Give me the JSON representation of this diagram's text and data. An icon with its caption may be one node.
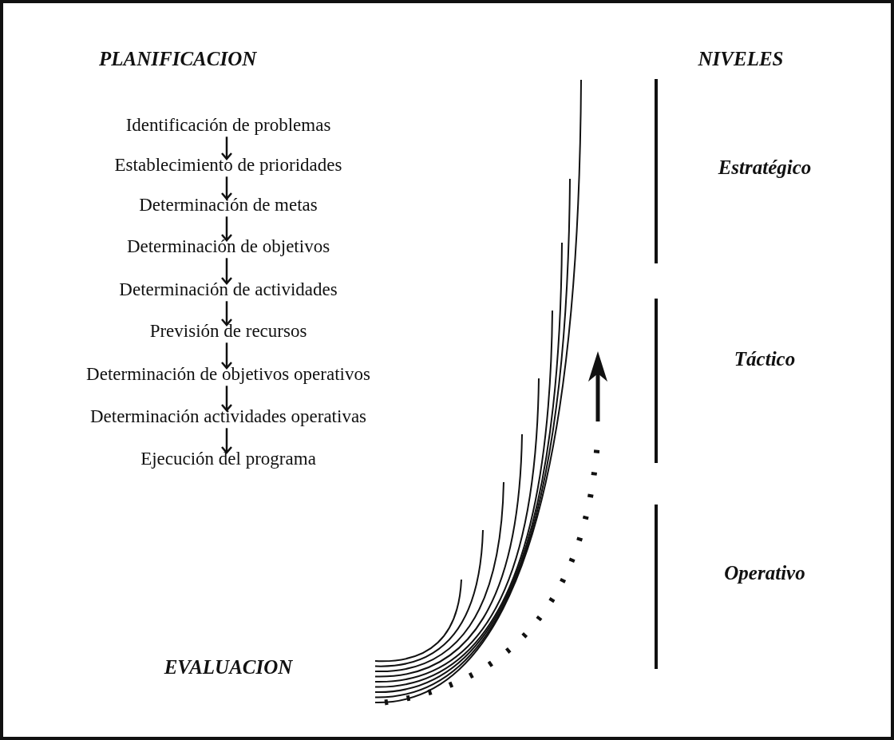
{
  "diagram": {
    "nodes": [
      {
        "text": [
          "Identificación de problemas"
        ]
      },
      {
        "text": [
          "Establecimiento de prioridades"
        ]
      },
      {
        "text": [
          "Determinación de metas"
        ]
      },
      {
        "text": [
          "Determinación de objetivos"
        ]
      },
      {
        "text": [
          "Determinación de actividades"
        ]
      },
      {
        "text": [
          "Previsión de recursos"
        ]
      },
      {
        "text": [
          "Determinación de objetivos operativos"
        ]
      },
      {
        "text": [
          "Determinación actividades operativas"
        ]
      },
      {
        "text": [
          "Ejecución del programa"
        ]
      }
    ],
    "edges": [
      {
        "from": 0,
        "to": 1,
        "arrow": "to"
      },
      {
        "from": 1,
        "to": 2,
        "arrow": "to"
      },
      {
        "from": 2,
        "to": 3,
        "arrow": "to"
      },
      {
        "from": 3,
        "to": 4,
        "arrow": "to"
      },
      {
        "from": 4,
        "to": 5,
        "arrow": "to"
      },
      {
        "from": 5,
        "to": 6,
        "arrow": "to"
      },
      {
        "from": 6,
        "to": 7,
        "arrow": "to"
      },
      {
        "from": 7,
        "to": 8,
        "arrow": "to"
      }
    ],
    "labels": [
      "PLANIFICACION",
      "NIVELES",
      "Estratégico",
      "Táctico",
      "Operativo",
      "EVALUACION"
    ]
  }
}
